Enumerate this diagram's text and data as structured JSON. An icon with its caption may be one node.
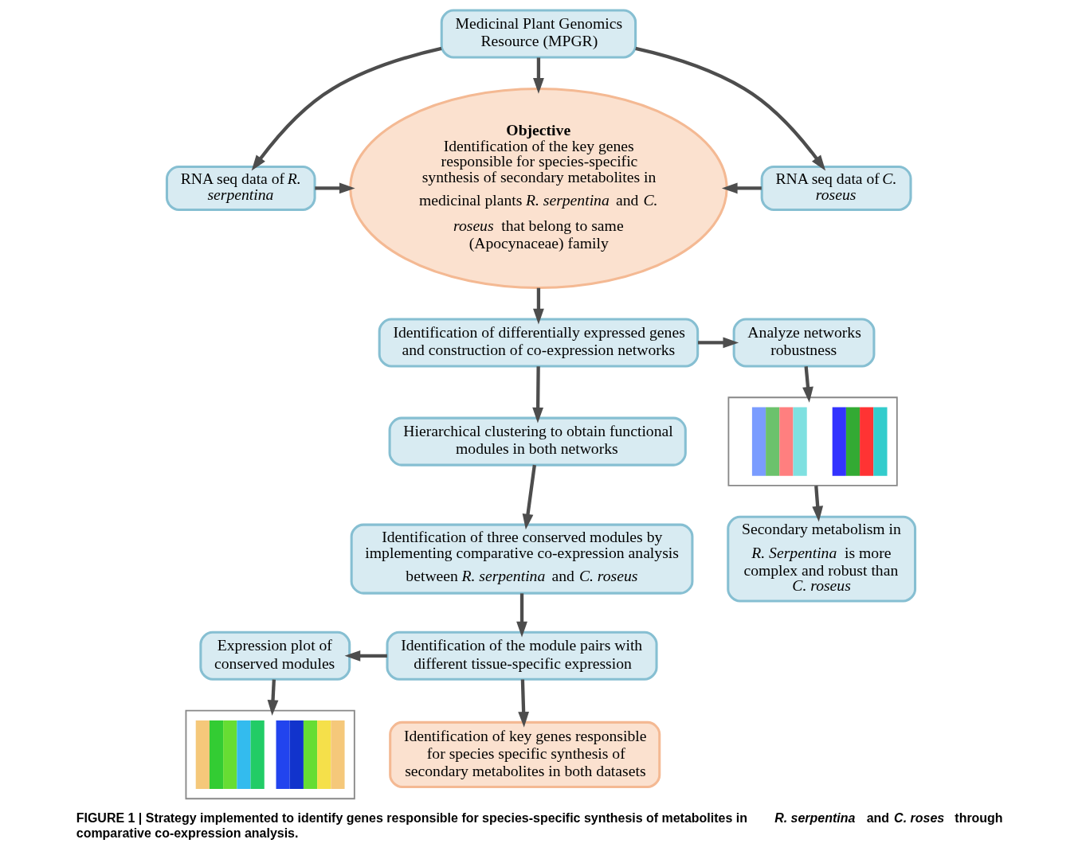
{
  "diagram": {
    "caption": "FIGURE 1 | Strategy implemented to identify genes responsible for species-specific synthesis of metabolites in *R. serpentina* and *C. roses* through comparative co-expression analysis.",
    "nodes": [
      {
        "text": [
          "Medicinal Plant Genomics Resource (MPGR)"
        ]
      },
      {
        "text": [
          "RNA seq data of *R. serpentina*"
        ]
      },
      {
        "text": [
          "Objective",
          "Identification of the key genes responsible for species-specific synthesis of secondary metabolites in medicinal plants *R. serpentina* and *C. roseus* that belong to same (Apocynaceae) family"
        ]
      },
      {
        "text": [
          "RNA seq data of *C. roseus*"
        ]
      },
      {
        "text": [
          "Identification of differentially expressed genes and construction of co-expression networks"
        ]
      },
      {
        "text": [
          "Analyze networks robustness"
        ]
      },
      {
        "text": [
          "Hierarchical clustering to obtain functional modules in both networks"
        ]
      },
      {
        "text": [],
        "shape": "picture"
      },
      {
        "text": [
          "Identification of three conserved modules by implementing comparative co-expression analysis between *R. serpentina* and *C. roseus*"
        ]
      },
      {
        "text": [
          "Secondary metabolism in *R. Serpentina* is more complex and robust than *C. roseus*"
        ]
      },
      {
        "text": [
          "Expression plot of conserved modules"
        ]
      },
      {
        "text": [
          "Identification of the module pairs with different tissue-specific expression"
        ]
      },
      {
        "text": [],
        "shape": "picture"
      },
      {
        "text": [
          "Identification of key genes responsible for species specific synthesis of secondary metabolites in both datasets"
        ]
      }
    ],
    "edges": [
      {
        "from": 0,
        "to": 1,
        "arrow": "to"
      },
      {
        "from": 0,
        "to": 2,
        "arrow": "to"
      },
      {
        "from": 0,
        "to": 3,
        "arrow": "to"
      },
      {
        "from": 1,
        "to": 2,
        "arrow": "to"
      },
      {
        "from": 3,
        "to": 2,
        "arrow": "to"
      },
      {
        "from": 2,
        "to": 4,
        "arrow": "to"
      },
      {
        "from": 4,
        "to": 5,
        "arrow": "to"
      },
      {
        "from": 4,
        "to": 6,
        "arrow": "to"
      },
      {
        "from": 5,
        "to": 7,
        "arrow": "to"
      },
      {
        "from": 6,
        "to": 8,
        "arrow": "to"
      },
      {
        "from": 7,
        "to": 9,
        "arrow": "to"
      },
      {
        "from": 8,
        "to": 11,
        "arrow": "to"
      },
      {
        "from": 11,
        "to": 10,
        "arrow": "to"
      },
      {
        "from": 11,
        "to": 13,
        "arrow": "to"
      },
      {
        "from": 10,
        "to": 12,
        "arrow": "to"
      }
    ]
  }
}
